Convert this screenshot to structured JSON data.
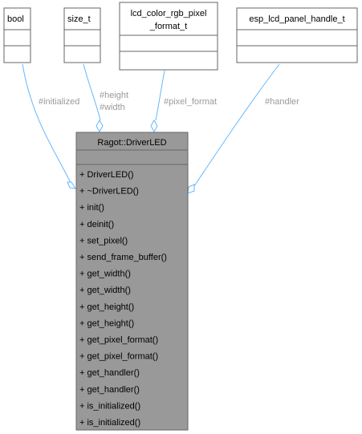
{
  "colors": {
    "edge": "#63b8ff",
    "box_border": "#666666",
    "main_fill": "#999999",
    "box_fill": "#ffffff",
    "label": "#9a9a9a"
  },
  "boxes": {
    "bool": {
      "title": "bool"
    },
    "size_t": {
      "title": "size_t"
    },
    "lcd_color": {
      "title_line1": "lcd_color_rgb_pixel",
      "title_line2": "_format_t"
    },
    "esp_handle": {
      "title": "esp_lcd_panel_handle_t"
    }
  },
  "main_class": {
    "title": "Ragot::DriverLED",
    "methods": [
      "+ DriverLED()",
      "+ ~DriverLED()",
      "+ init()",
      "+ deinit()",
      "+ set_pixel()",
      "+ send_frame_buffer()",
      "+ get_width()",
      "+ get_width()",
      "+ get_height()",
      "+ get_height()",
      "+ get_pixel_format()",
      "+ get_pixel_format()",
      "+ get_handler()",
      "+ get_handler()",
      "+ is_initialized()",
      "+ is_initialized()"
    ]
  },
  "edges": {
    "initialized": "#initialized",
    "height": "#height",
    "width": "#width",
    "pixel_format": "#pixel_format",
    "handler": "#handler"
  }
}
